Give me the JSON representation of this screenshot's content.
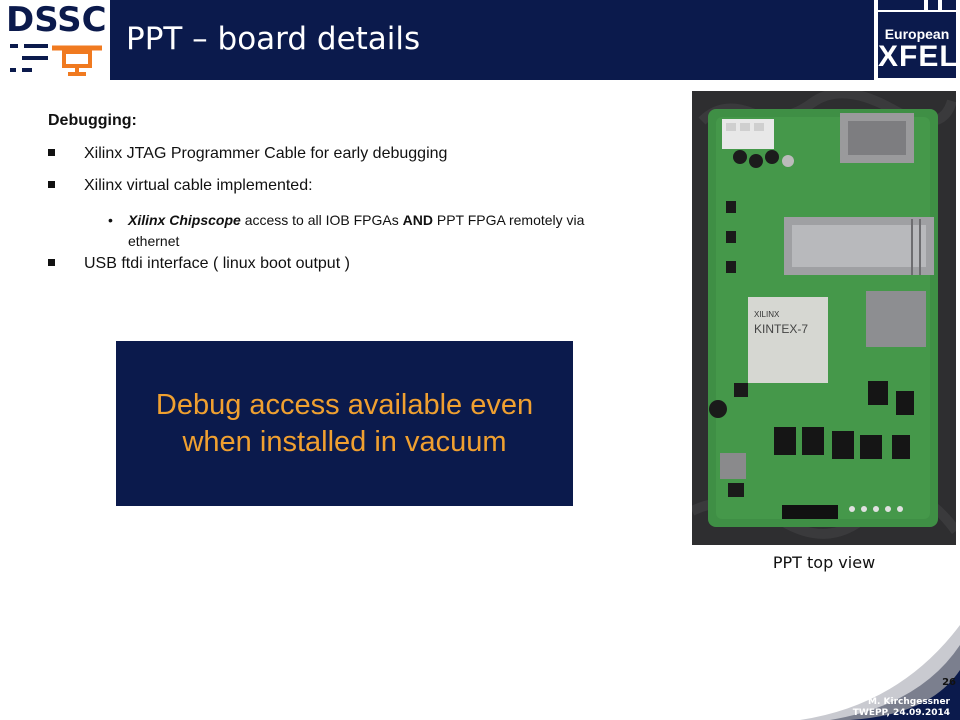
{
  "header": {
    "logo_left_text": "DSSC",
    "title": "PPT – board details",
    "logo_right_line1": "European",
    "logo_right_line2": "XFEL"
  },
  "content": {
    "heading": "Debugging:",
    "bullets": [
      "Xilinx JTAG Programmer Cable for early debugging",
      "Xilinx virtual cable implemented:",
      "USB ftdi interface ( linux boot output )"
    ],
    "sub_bullet": {
      "emph": "Xilinx Chipscope",
      "text1": " access to all IOB FPGAs ",
      "strong": "AND",
      "text2": " PPT FPGA remotely via ethernet"
    }
  },
  "callout": {
    "line1": "Debug access available even",
    "line2": "when installed in vacuum"
  },
  "figure": {
    "caption": "PPT top view",
    "chip_label_1": "XILINX",
    "chip_label_2": "KINTEX-7"
  },
  "footer": {
    "page_number": "26",
    "author": "M. Kirchgessner",
    "event": "TWEPP, 24.09.2014"
  },
  "colors": {
    "navy": "#0b1a4c",
    "orange": "#f0a030",
    "pcb_green": "#3f8f45"
  }
}
